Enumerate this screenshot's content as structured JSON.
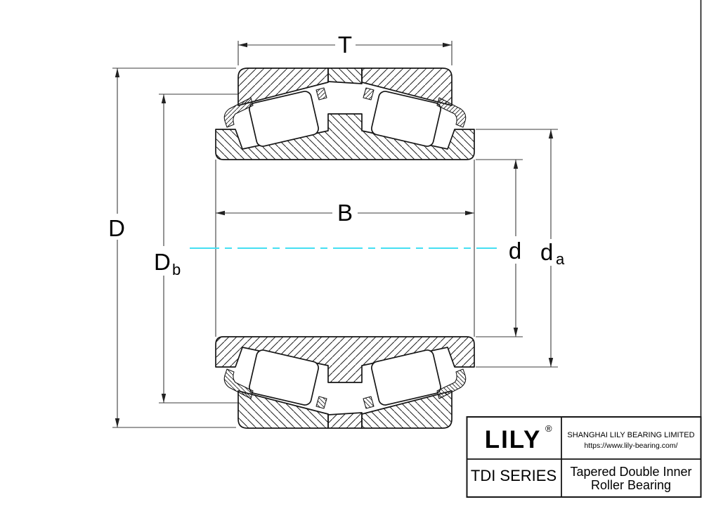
{
  "drawing": {
    "type": "bearing-cross-section",
    "dimension_labels": {
      "T": "T",
      "D": "D",
      "Db_base": "D",
      "Db_sub": "b",
      "B": "B",
      "d": "d",
      "da_base": "d",
      "da_sub": "a"
    },
    "colors": {
      "centerline": "#45dff2",
      "outline": "#161616",
      "dimension_lines": "#3c3c3c"
    }
  },
  "title_block": {
    "logo": "LILY",
    "logo_mark": "®",
    "company": "SHANGHAI LILY BEARING LIMITED",
    "website": "https://www.lily-bearing.com/",
    "series": "TDI SERIES",
    "product_line1": "Tapered Double Inner",
    "product_line2": "Roller Bearing"
  }
}
